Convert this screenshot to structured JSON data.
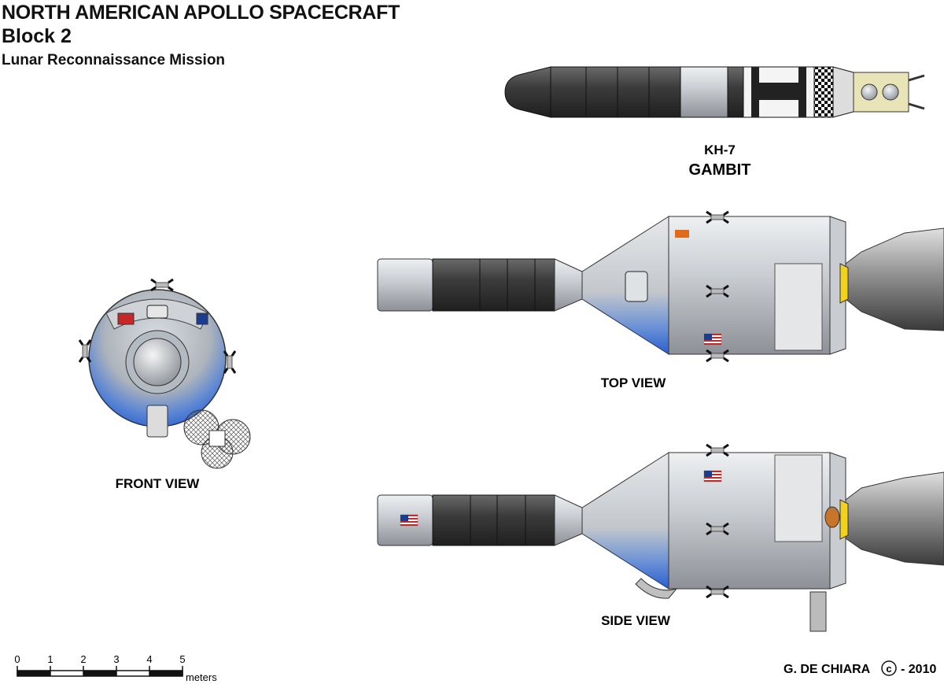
{
  "header": {
    "title_line1": "NORTH AMERICAN APOLLO SPACECRAFT",
    "title_line2": "Block 2",
    "subtitle": "Lunar Reconnaissance Mission"
  },
  "payload": {
    "name_line1": "KH-7",
    "name_line2": "GAMBIT"
  },
  "views": {
    "front": "FRONT VIEW",
    "top": "TOP VIEW",
    "side": "SIDE VIEW"
  },
  "scale": {
    "ticks": [
      "0",
      "1",
      "2",
      "3",
      "4",
      "5"
    ],
    "unit": "meters"
  },
  "credit": {
    "author": "G. DE CHIARA",
    "symbol": "c",
    "year": "- 2010"
  },
  "colors": {
    "hull_silver": "#c9ccd0",
    "heat_shield_blue": "#2f6fd6",
    "dark_band": "#3a3a3a",
    "nozzle_yellow": "#f2d21a"
  }
}
